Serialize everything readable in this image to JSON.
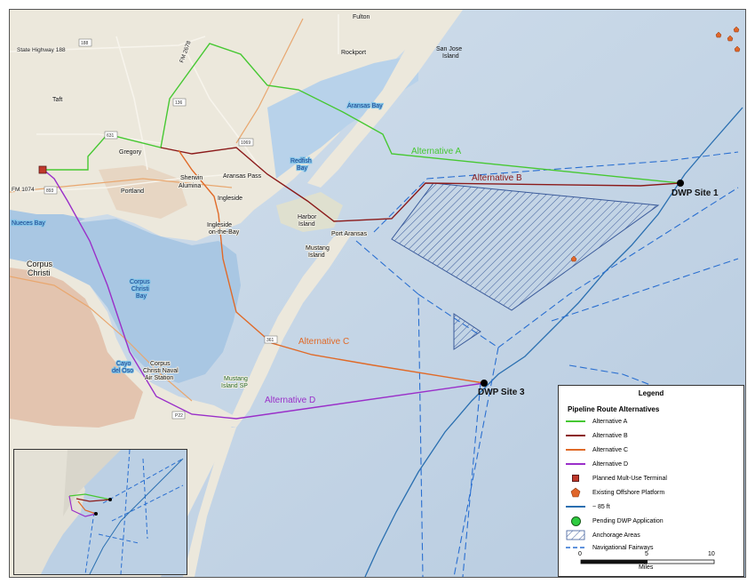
{
  "map": {
    "alternatives": [
      {
        "label": "Alternative A",
        "color": "#46c832"
      },
      {
        "label": "Alternative B",
        "color": "#8b1a1a"
      },
      {
        "label": "Alternative C",
        "color": "#e06a28"
      },
      {
        "label": "Alternative D",
        "color": "#9a2fc9"
      }
    ],
    "sites": {
      "site1": "DWP Site 1",
      "site3": "DWP Site 3"
    },
    "places": {
      "fulton": "Fulton",
      "rockport": "Rockport",
      "san_jose": "San Jose",
      "island": "Island",
      "aransas_bay": "Aransas Bay",
      "taft": "Taft",
      "gregory": "Gregory",
      "portland": "Portland",
      "sherwin": "Sherwin",
      "alumina": "Alumina",
      "aransas_pass": "Aransas Pass",
      "ingleside": "Ingleside",
      "ingleside_on": "Ingleside",
      "on_the_bay": "on-the-Bay",
      "redfish": "Redfish",
      "redfish_bay": "Bay",
      "harbor": "Harbor",
      "harbor_island": "Island",
      "port_aransas": "Port Aransas",
      "mustang": "Mustang",
      "mustang_island": "Island",
      "nueces_bay": "Nueces Bay",
      "corpus": "Corpus",
      "christi": "Christi",
      "cc_bay_1": "Corpus",
      "cc_bay_2": "Christi",
      "cc_bay_3": "Bay",
      "cayo": "Cayo",
      "del_oso": "del Oso",
      "naval_1": "Corpus",
      "naval_2": "Christi Naval",
      "naval_3": "Air Station",
      "mustang_sp_1": "Mustang",
      "mustang_sp_2": "Island SP"
    },
    "roads": {
      "sh188": "State Highway 188",
      "fm1074": "FM 1074",
      "fm2678": "FM 2678",
      "fm136": "136",
      "shield_188": "188",
      "shield_631": "631",
      "shield_893": "893",
      "shield_361": "361",
      "shield_p22": "P22",
      "shield_1069": "1069"
    }
  },
  "legend": {
    "title": "Legend",
    "subtitle": "Pipeline Route Alternatives",
    "items": [
      {
        "label": "Alternative A",
        "type": "line",
        "color": "#46c832"
      },
      {
        "label": "Alternative B",
        "type": "line",
        "color": "#8b1a1a"
      },
      {
        "label": "Alternative C",
        "type": "line",
        "color": "#e06a28"
      },
      {
        "label": "Alternative D",
        "type": "line",
        "color": "#9a2fc9"
      },
      {
        "label": "Planned Mult-Use Terminal",
        "type": "square",
        "color": "#c0392b"
      },
      {
        "label": "Existing Offshore Platform",
        "type": "pentagon",
        "color": "#e0662a"
      },
      {
        "label": "~ 85 ft",
        "type": "line",
        "color": "#2a6fb0"
      },
      {
        "label": "Pending DWP Application",
        "type": "circle",
        "color": "#2ecc40"
      },
      {
        "label": "Anchorage Areas",
        "type": "hatch",
        "color": "#3a5a9a"
      },
      {
        "label": "Navigational Fairways",
        "type": "dash",
        "color": "#2a6fd0"
      }
    ],
    "scale": {
      "ticks": [
        "0",
        "5",
        "10"
      ],
      "unit": "Miles"
    }
  },
  "colors": {
    "water": "#c7d6e6",
    "bay": "#a9c7e3",
    "land": "#ece8dc",
    "urban": "#e0b8a0",
    "fairway": "#2a6fd0"
  }
}
